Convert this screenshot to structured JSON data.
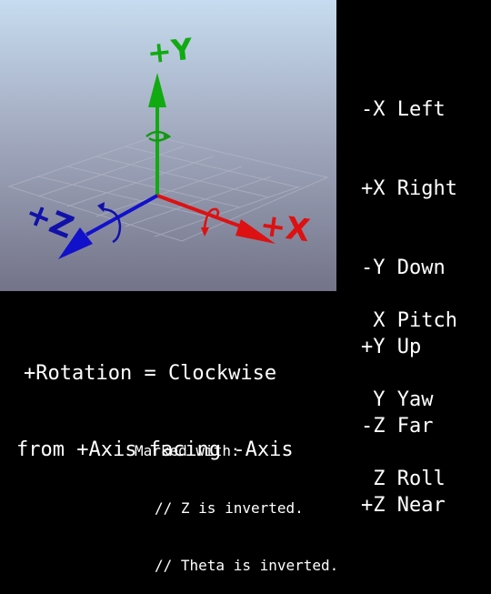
{
  "viewport": {
    "axis_labels": {
      "x": "+X",
      "y": "+Y",
      "z": "+Z"
    },
    "colors": {
      "x": "#dd1111",
      "y": "#11aa11",
      "z": "#1111cc"
    }
  },
  "axis_directions": [
    {
      "label": "-X Left"
    },
    {
      "label": "+X Right"
    },
    {
      "label": "-Y Down"
    },
    {
      "label": "+Y Up"
    },
    {
      "label": "-Z Far"
    },
    {
      "label": "+Z Near"
    }
  ],
  "rotations": [
    {
      "label": " X Pitch"
    },
    {
      "label": " Y Yaw"
    },
    {
      "label": " Z Roll"
    }
  ],
  "rotation_rule": {
    "line1": "+Rotation = Clockwise",
    "line2": "from +Axis facing -Axis"
  },
  "note": {
    "heading": "Marked with:",
    "line1": "// Z is inverted.",
    "line2": "// Theta is inverted."
  }
}
